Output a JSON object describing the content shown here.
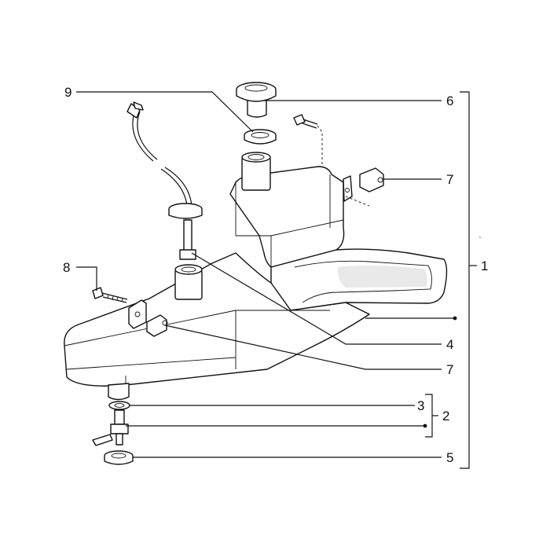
{
  "callouts": {
    "c1": "1",
    "c2": "2",
    "c3": "3",
    "c4": "4",
    "c5": "5",
    "c6": "6",
    "c7_top": "7",
    "c7_bottom": "7",
    "c8": "8",
    "c9": "9"
  }
}
